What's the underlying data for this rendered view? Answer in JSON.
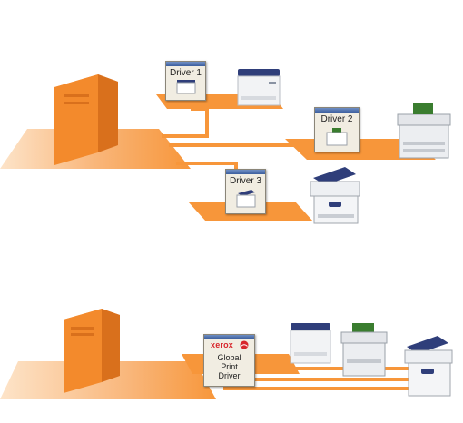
{
  "top_diagram": {
    "drivers": [
      {
        "label": "Driver 1"
      },
      {
        "label": "Driver 2"
      },
      {
        "label": "Driver 3"
      }
    ]
  },
  "bottom_diagram": {
    "global_driver": {
      "brand": "xerox",
      "line1": "Global",
      "line2": "Print",
      "line3": "Driver"
    }
  },
  "colors": {
    "accent_orange": "#f7963a",
    "server_orange": "#f38a2c",
    "floor_light": "#fbd2a6",
    "brand_red": "#d8262c",
    "titlebar_blue": "#3d5f9e"
  },
  "icons": [
    "server-tower-icon",
    "laser-printer-icon",
    "color-printer-icon",
    "multifunction-printer-icon",
    "xerox-sphere-icon"
  ]
}
